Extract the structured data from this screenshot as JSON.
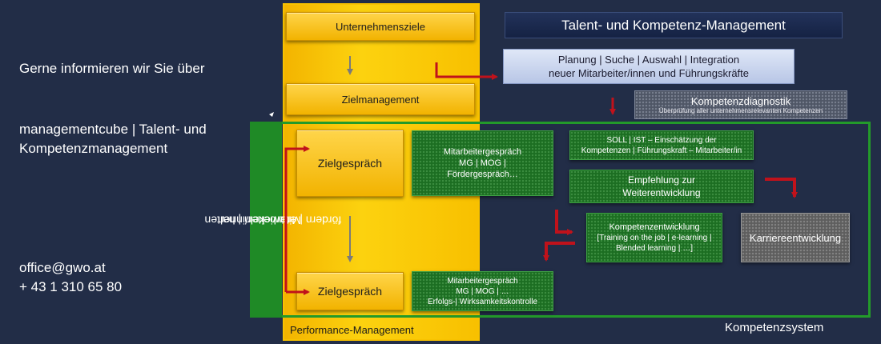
{
  "left": {
    "intro": "Gerne informieren wir Sie über",
    "brand_line1": "managementcube | Talent- und",
    "brand_line2": "Kompetenzmanagement",
    "email": "office@gwo.at",
    "phone": "+ 43 1 310 65 80"
  },
  "performance": {
    "unternehmensziele": "Unternehmensziele",
    "zielmanagement": "Zielmanagement",
    "zielgespraech_1": "Zielgespräch",
    "zielgespraech_2": "Zielgespräch",
    "label": "Performance-Management"
  },
  "talent": {
    "title": "Talent- und Kompetenz-Management",
    "planung_line1": "Planung | Suche | Auswahl | Integration",
    "planung_line2": "neuer Mitarbeiter/innen und Führungskräfte",
    "diagnostik_title": "Kompetenzdiagnostik",
    "diagnostik_sub": "Überprüfung aller unternehmensrelevanten Kompetenzen"
  },
  "kompetenzsystem": {
    "side_line1": "Mitarbeiter/innen",
    "side_line2": "fördern | entwickeln | halten",
    "label": "Kompetenzsystem",
    "mg1_line1": "Mitarbeitergespräch",
    "mg1_line2": "MG | MOG |",
    "mg1_line3": "Fördergespräch…",
    "mg2_line1": "Mitarbeitergespräch",
    "mg2_line2": "MG | MOG | …",
    "mg2_line3": "Erfolgs-| Wirksamkeitskontrolle",
    "soll_line1": "SOLL | IST – Einschätzung der",
    "soll_line2": "Kompetenzen | Führungskraft – Mitarbeiter/in",
    "empf_line1": "Empfehlung zur",
    "empf_line2": "Weiterentwicklung",
    "kompentw_line1": "Kompetenzentwicklung",
    "kompentw_line2": "[Training on the job | e-learning |",
    "kompentw_line3": "Blended learning | …]",
    "karriere": "Karriereentwicklung"
  },
  "colors": {
    "background": "#222d47",
    "yellow": "#fcd20f",
    "green": "#239a2a",
    "arrow_red": "#c0121b"
  }
}
